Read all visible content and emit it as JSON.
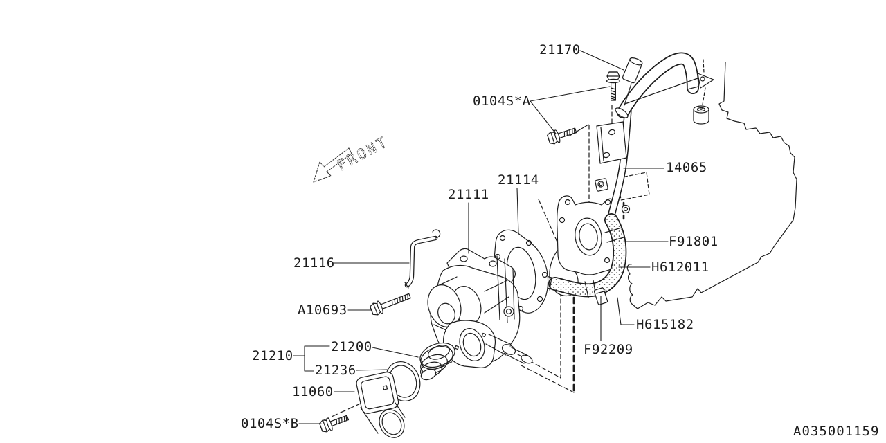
{
  "diagram": {
    "front_indicator": "FRONT",
    "doc_number": "A035001159",
    "line_color": "#1c1c1c",
    "background_color": "#ffffff",
    "part_labels": [
      {
        "text": "21170"
      },
      {
        "text": "0104S*A"
      },
      {
        "text": "14065"
      },
      {
        "text": "21114"
      },
      {
        "text": "21111"
      },
      {
        "text": "21116"
      },
      {
        "text": "F91801"
      },
      {
        "text": "H612011"
      },
      {
        "text": "A10693"
      },
      {
        "text": "H615182"
      },
      {
        "text": "21200"
      },
      {
        "text": "F92209"
      },
      {
        "text": "21210"
      },
      {
        "text": "21236"
      },
      {
        "text": "11060"
      },
      {
        "text": "0104S*B"
      }
    ]
  }
}
